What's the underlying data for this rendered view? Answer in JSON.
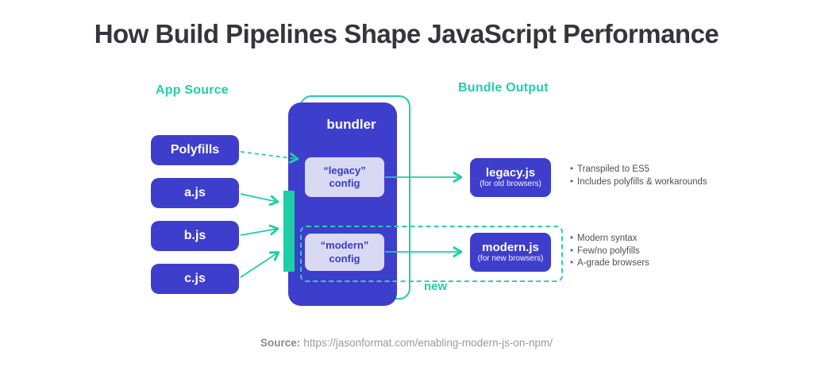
{
  "title": "How Build Pipelines Shape JavaScript Performance",
  "colors": {
    "accent_teal": "#1ecfa6",
    "primary_blue": "#3e3ecd",
    "config_lavender": "#d9d9f4",
    "title_dark": "#35353d",
    "bullet_text": "#4e4e5e",
    "source_gray": "#9a9a9e"
  },
  "app_source": {
    "heading": "App Source",
    "items": [
      {
        "label": "Polyfills"
      },
      {
        "label": "a.js"
      },
      {
        "label": "b.js"
      },
      {
        "label": "c.js"
      }
    ]
  },
  "bundler": {
    "title": "bundler",
    "configs": [
      {
        "line1": "“legacy”",
        "line2": "config"
      },
      {
        "line1": "“modern”",
        "line2": "config"
      }
    ]
  },
  "bundle_output": {
    "heading": "Bundle Output",
    "outputs": [
      {
        "name": "legacy.js",
        "subtitle": "(for old browsers)",
        "bullets": [
          "Transpiled to ES5",
          "Includes polyfills & workarounds"
        ]
      },
      {
        "name": "modern.js",
        "subtitle": "(for new browsers)",
        "bullets": [
          "Modern syntax",
          "Few/no polyfills",
          "A-grade browsers"
        ]
      }
    ]
  },
  "new_label": "new",
  "source": {
    "label": "Source:",
    "url": "https://jasonformat.com/enabling-modern-js-on-npm/"
  }
}
